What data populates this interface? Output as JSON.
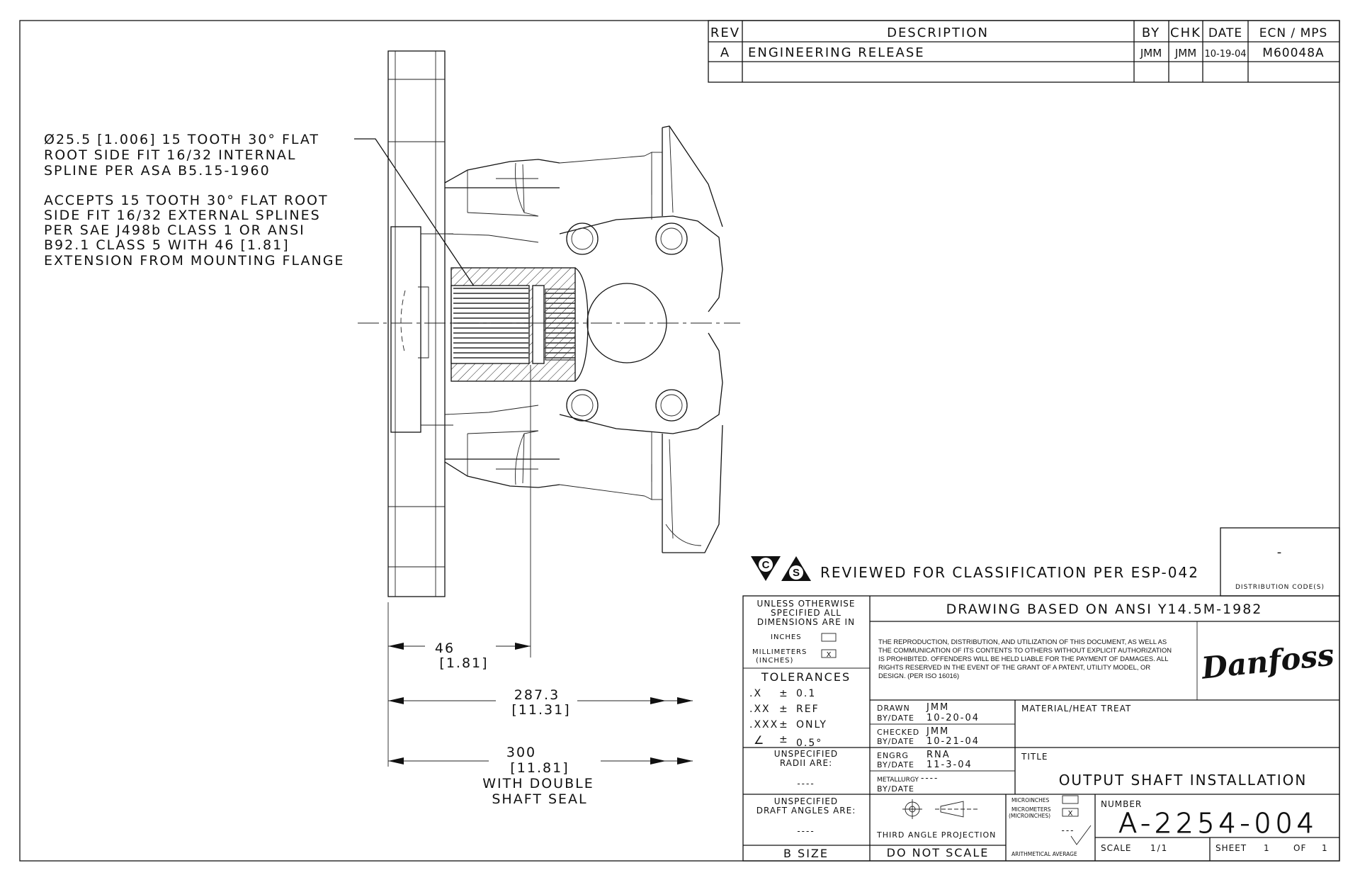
{
  "revision_table": {
    "headers": {
      "rev": "REV",
      "description": "DESCRIPTION",
      "by": "BY",
      "chk": "CHK",
      "date": "DATE",
      "ecn": "ECN / MPS"
    },
    "rows": [
      {
        "rev": "A",
        "description": "ENGINEERING RELEASE",
        "by": "JMM",
        "chk": "JMM",
        "date": "10-19-04",
        "ecn": "M60048A"
      }
    ]
  },
  "notes": {
    "spline_lines": [
      "Ø25.5 [1.006] 15 TOOTH 30° FLAT",
      "ROOT SIDE FIT 16/32 INTERNAL",
      "SPLINE PER ASA B5.15-1960"
    ],
    "accepts_lines": [
      "ACCEPTS 15 TOOTH 30° FLAT ROOT",
      "SIDE FIT 16/32 EXTERNAL SPLINES",
      "PER SAE J498b CLASS 1 OR ANSI",
      "B92.1 CLASS 5 WITH 46 [1.81]",
      "EXTENSION FROM MOUNTING FLANGE"
    ]
  },
  "dimensions": {
    "d46": {
      "mm": "46",
      "in": "[1.81]"
    },
    "d287": {
      "mm": "287.3",
      "in": "[11.31]"
    },
    "d300": {
      "mm": "300",
      "in": "[11.81]",
      "note1": "WITH DOUBLE",
      "note2": "SHAFT SEAL"
    }
  },
  "classification": {
    "c_letter": "C",
    "s_letter": "S",
    "text": "REVIEWED FOR CLASSIFICATION PER ESP-042",
    "distribution_value": "-",
    "distribution_label": "DISTRIBUTION CODE(S)"
  },
  "title_block": {
    "unless_lines": [
      "UNLESS OTHERWISE",
      "SPECIFIED ALL",
      "DIMENSIONS ARE IN"
    ],
    "inches_label": "INCHES",
    "millimeters_label": "MILLIMETERS",
    "millimeters_sub": "(INCHES)",
    "mm_checked_mark": "X",
    "tolerances_label": "TOLERANCES",
    "tolerances": [
      {
        "key": ".X",
        "pm": "±",
        "val": "0.1"
      },
      {
        "key": ".XX",
        "pm": "±",
        "val": "REF"
      },
      {
        "key": ".XXX",
        "pm": "±",
        "val": "ONLY"
      },
      {
        "key": "∠",
        "pm": "±",
        "val": "0.5°"
      }
    ],
    "radii_lines": [
      "UNSPECIFIED",
      "RADII ARE:"
    ],
    "radii_value": "----",
    "draft_lines": [
      "UNSPECIFIED",
      "DRAFT ANGLES ARE:"
    ],
    "draft_value": "----",
    "size": "B SIZE",
    "standard": "DRAWING BASED ON ANSI Y14.5M-1982",
    "legal_lines": [
      "THE REPRODUCTION, DISTRIBUTION, AND UTILIZATION OF THIS DOCUMENT, AS WELL AS",
      "THE COMMUNICATION OF ITS CONTENTS TO OTHERS WITHOUT EXPLICIT AUTHORIZATION",
      "IS PROHIBITED. OFFENDERS WILL BE HELD LIABLE FOR THE PAYMENT OF DAMAGES. ALL",
      "RIGHTS RESERVED IN THE EVENT OF THE GRANT OF A PATENT, UTILITY MODEL, OR",
      "DESIGN. (PER ISO 16016)"
    ],
    "logo": "Danfoss",
    "drawn_label": "DRAWN",
    "drawn_by": "JMM",
    "drawn_bydate_label": "BY/DATE",
    "drawn_date": "10-20-04",
    "checked_label": "CHECKED",
    "checked_by": "JMM",
    "checked_bydate_label": "BY/DATE",
    "checked_date": "10-21-04",
    "engrg_label": "ENGRG",
    "engrg_by": "RNA",
    "engrg_bydate_label": "BY/DATE",
    "engrg_date": "11-3-04",
    "metallurgy_label": "METALLURGY",
    "metallurgy_value": "----",
    "metallurgy_bydate_label": "BY/DATE",
    "material_label": "MATERIAL/HEAT TREAT",
    "title_label": "TITLE",
    "title": "OUTPUT SHAFT INSTALLATION",
    "projection_label": "THIRD ANGLE PROJECTION",
    "do_not_scale": "DO NOT SCALE",
    "microinches_label": "MICROINCHES",
    "micrometers_label": "MICROMETERS",
    "micrometers_sub": "(MICROINCHES)",
    "micro_checked_mark": "X",
    "finish_value": "---",
    "arith_label": "ARITHMETICAL AVERAGE",
    "number_label": "NUMBER",
    "number": "A-2254-004",
    "scale_label": "SCALE",
    "scale": "1/1",
    "sheet_label": "SHEET",
    "sheet": "1",
    "of_label": "OF",
    "of": "1"
  }
}
